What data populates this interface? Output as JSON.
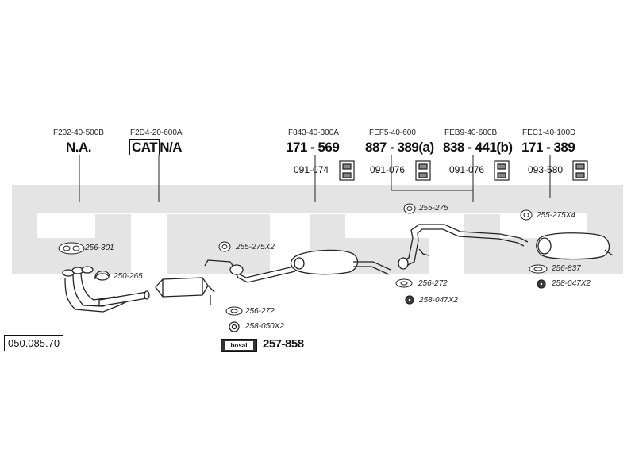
{
  "diagram_ref": "050.085.70",
  "brand_text": "bosal",
  "headers": [
    {
      "oe": "F202-40-500B",
      "part": "N.A."
    },
    {
      "oe": "F2D4-20-600A",
      "part_cat": "CAT",
      "part": "N/A"
    },
    {
      "oe": "F843-40-300A",
      "part": "171 - 569",
      "accessory": "091-074"
    },
    {
      "oe": "FEF5-40-600",
      "part": "887 - 389(a)",
      "accessory": "091-076"
    },
    {
      "oe": "FEB9-40-600B",
      "part": "838 - 441(b)",
      "accessory": "091-076"
    },
    {
      "oe": "FEC1-40-100D",
      "part": "171 - 389",
      "accessory": "093-580"
    }
  ],
  "accessories": [
    {
      "label": "256-301"
    },
    {
      "label": "250-265"
    },
    {
      "label": "255-275X2"
    },
    {
      "label": "256-272"
    },
    {
      "label": "258-050X2"
    },
    {
      "label": "255-275"
    },
    {
      "label": "256-272"
    },
    {
      "label": "258-047X2"
    },
    {
      "label": "255-275X4"
    },
    {
      "label": "256-837"
    },
    {
      "label": "258-047X2"
    }
  ],
  "mounting_kit": "257-858"
}
